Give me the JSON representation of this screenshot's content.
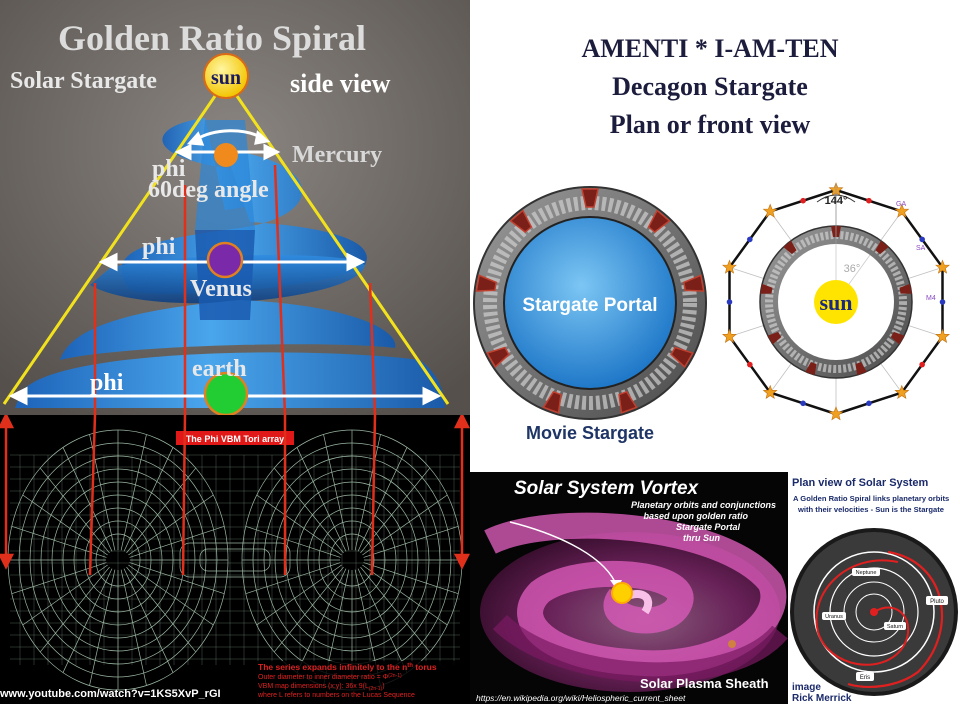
{
  "spiral_panel": {
    "title": "Golden Ratio Spiral",
    "left_label": "Solar Stargate",
    "right_label": "side view",
    "sun_label": "sun",
    "mercury_label": "Mercury",
    "phi_label": "phi",
    "angle_label": "60deg angle",
    "venus_label": "Venus",
    "earth_label": "earth"
  },
  "tori_panel": {
    "title": "The Phi VBM Tori array",
    "note_line1": "The series expands infinitely to the n",
    "note_sup": "th",
    "note_line1_end": " torus",
    "note_line2": "Outer diameter to inner diameter ratio = Φ",
    "note_line2_sup": "(2n-1)",
    "note_line3": "VBM map dimensions (x:y): 36x 9(L",
    "note_line3_sub": "(2n-1)",
    "note_line3_end": ")",
    "note_line4": "where L refers to numbers on the Lucas Sequence",
    "url": "www.youtube.com/watch?v=1KS5XvP_rGI"
  },
  "amenti": {
    "line1": "AMENTI * I-AM-TEN",
    "line2": "Decagon Stargate",
    "line3": "Plan or front view"
  },
  "movie_stargate": {
    "portal_label": "Stargate Portal",
    "caption": "Movie Stargate"
  },
  "decagon": {
    "angle_144": "144°",
    "angle_36": "36°",
    "sun_label": "sun",
    "marks": [
      "GA",
      "SA",
      "M4"
    ]
  },
  "vortex_panel": {
    "title": "Solar System Vortex",
    "sub1": "Planetary orbits and conjunctions",
    "sub2": "based upon golden ratio",
    "sub3": "Stargate Portal",
    "sub4": "thru Sun",
    "bottom_label": "Solar Plasma Sheath",
    "url": "https://en.wikipedia.org/wiki/Heliospheric_current_sheet"
  },
  "plan_panel": {
    "title": "Plan view of Solar System",
    "sub1": "A Golden Ratio Spiral links planetary orbits",
    "sub2": "with their velocities - Sun is the Stargate",
    "planets": [
      "Neptune",
      "Uranus",
      "Saturn",
      "Pluto",
      "Eris"
    ],
    "credit1": "image",
    "credit2": "Rick Merrick"
  },
  "colors": {
    "spiral_bg": "#6a6460",
    "spiral_blue": "#2a7fd4",
    "triangle": "#f0e020",
    "arrow_red": "#e0301c",
    "sun": "#ffe000",
    "mercury": "#f08a1c",
    "venus": "#7a2aa8",
    "earth": "#22cc33",
    "vortex_pink": "#c84aa8",
    "portal_blue": "#3a9ae0"
  }
}
